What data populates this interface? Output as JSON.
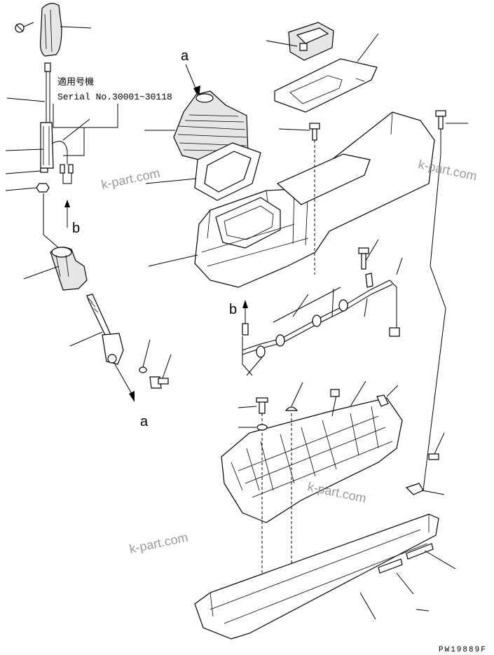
{
  "applicability_label": "適用号機",
  "serial_label": "Serial No.30001~30118",
  "callouts": {
    "a_top": "a",
    "a_bottom": "a",
    "b_left": "b",
    "b_middle": "b"
  },
  "watermarks": [
    "k-part.com",
    "k-part.com",
    "k-part.com",
    "k-part.com"
  ],
  "drawing_code": "PW19889F",
  "colors": {
    "ink": "#000000",
    "paper": "#ffffff",
    "watermark": "#9a9a9a"
  }
}
